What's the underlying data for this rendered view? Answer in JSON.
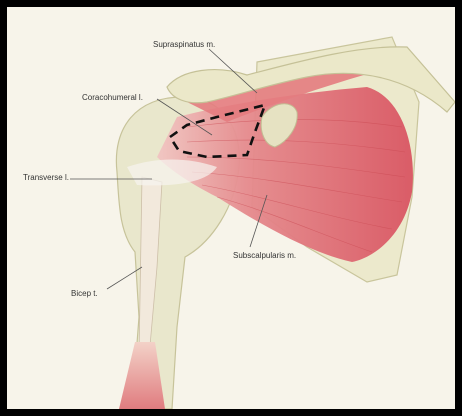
{
  "labels": {
    "supraspinatus": "Supraspinatus m.",
    "coracohumeral": "Coracohumeral l.",
    "transverse": "Transverse l.",
    "bicep": "Bicep t.",
    "subscapularis": "Subscalpularis m."
  },
  "colors": {
    "bone": "#e8e6c7",
    "muscle": "#e06a72",
    "dashed_outline": "#111111"
  }
}
